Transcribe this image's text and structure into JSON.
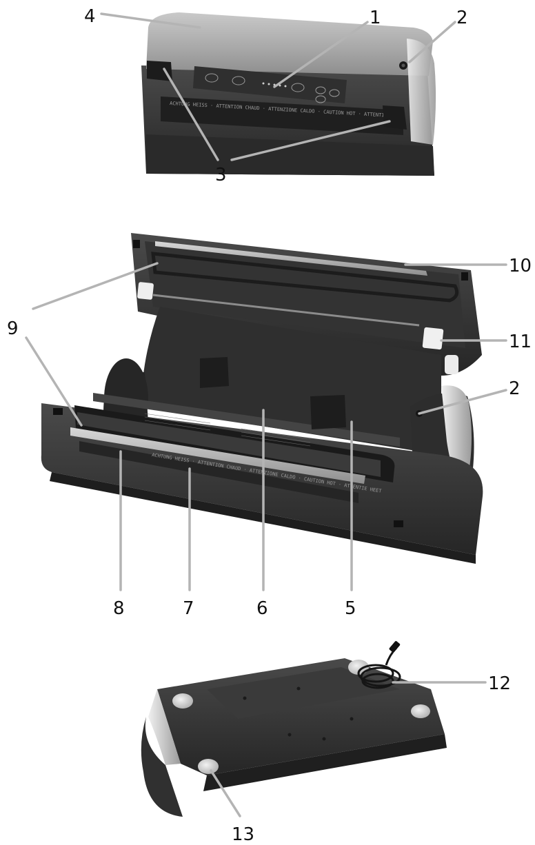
{
  "callouts": [
    {
      "id": "1",
      "label": "1"
    },
    {
      "id": "2",
      "label": "2"
    },
    {
      "id": "3",
      "label": "3"
    },
    {
      "id": "4",
      "label": "4"
    },
    {
      "id": "2b",
      "label": "2"
    },
    {
      "id": "5",
      "label": "5"
    },
    {
      "id": "6",
      "label": "6"
    },
    {
      "id": "7",
      "label": "7"
    },
    {
      "id": "8",
      "label": "8"
    },
    {
      "id": "9",
      "label": "9"
    },
    {
      "id": "10",
      "label": "10"
    },
    {
      "id": "11",
      "label": "11"
    },
    {
      "id": "12",
      "label": "12"
    },
    {
      "id": "13",
      "label": "13"
    }
  ],
  "device_text": {
    "front_warning": "ACHTUNG HEISS · ATTENTION CHAUD · ATTENZIONE CALDO · CAUTION HOT · ATTENTIE HEET",
    "open_warning": "ACHTUNG HEISS · ATTENTION CHAUD · ATTENZIONE CALDO · CAUTION HOT · ATTENTIE HEET"
  },
  "colors": {
    "callout_line": "#b4b4b4",
    "body_dark": "#3b3b3b",
    "lid_silver": "#b3b3b3",
    "label_text": "#111111"
  }
}
